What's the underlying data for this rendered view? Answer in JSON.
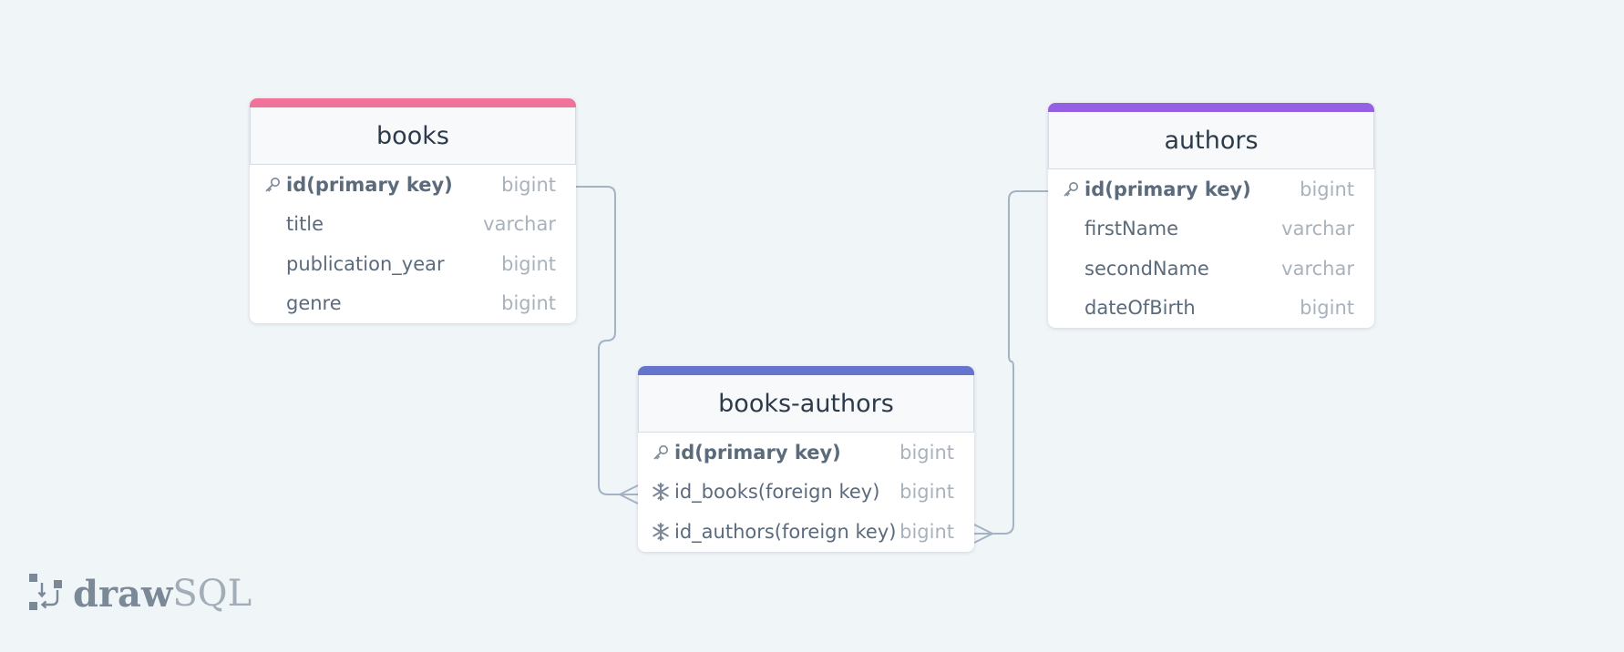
{
  "tables": [
    {
      "title": "books",
      "accent_color": "#f07399",
      "columns": [
        {
          "name": "id(primary key)",
          "type": "bigint",
          "icon": "key-icon"
        },
        {
          "name": "title",
          "type": "varchar",
          "icon": ""
        },
        {
          "name": "publication_year",
          "type": "bigint",
          "icon": ""
        },
        {
          "name": "genre",
          "type": "bigint",
          "icon": ""
        }
      ]
    },
    {
      "title": "authors",
      "accent_color": "#9561e2",
      "columns": [
        {
          "name": "id(primary key)",
          "type": "bigint",
          "icon": "key-icon"
        },
        {
          "name": "firstName",
          "type": "varchar",
          "icon": ""
        },
        {
          "name": "secondName",
          "type": "varchar",
          "icon": ""
        },
        {
          "name": "dateOfBirth",
          "type": "bigint",
          "icon": ""
        }
      ]
    },
    {
      "title": "books-authors",
      "accent_color": "#6574cd",
      "columns": [
        {
          "name": "id(primary key)",
          "type": "bigint",
          "icon": "key-icon"
        },
        {
          "name": "id_books(foreign key)",
          "type": "bigint",
          "icon": "snowflake-icon"
        },
        {
          "name": "id_authors(foreign key)",
          "type": "bigint",
          "icon": "snowflake-icon"
        }
      ]
    }
  ],
  "logo": {
    "bold": "draw",
    "light": "SQL"
  },
  "connector_color": "#a3b3c4"
}
